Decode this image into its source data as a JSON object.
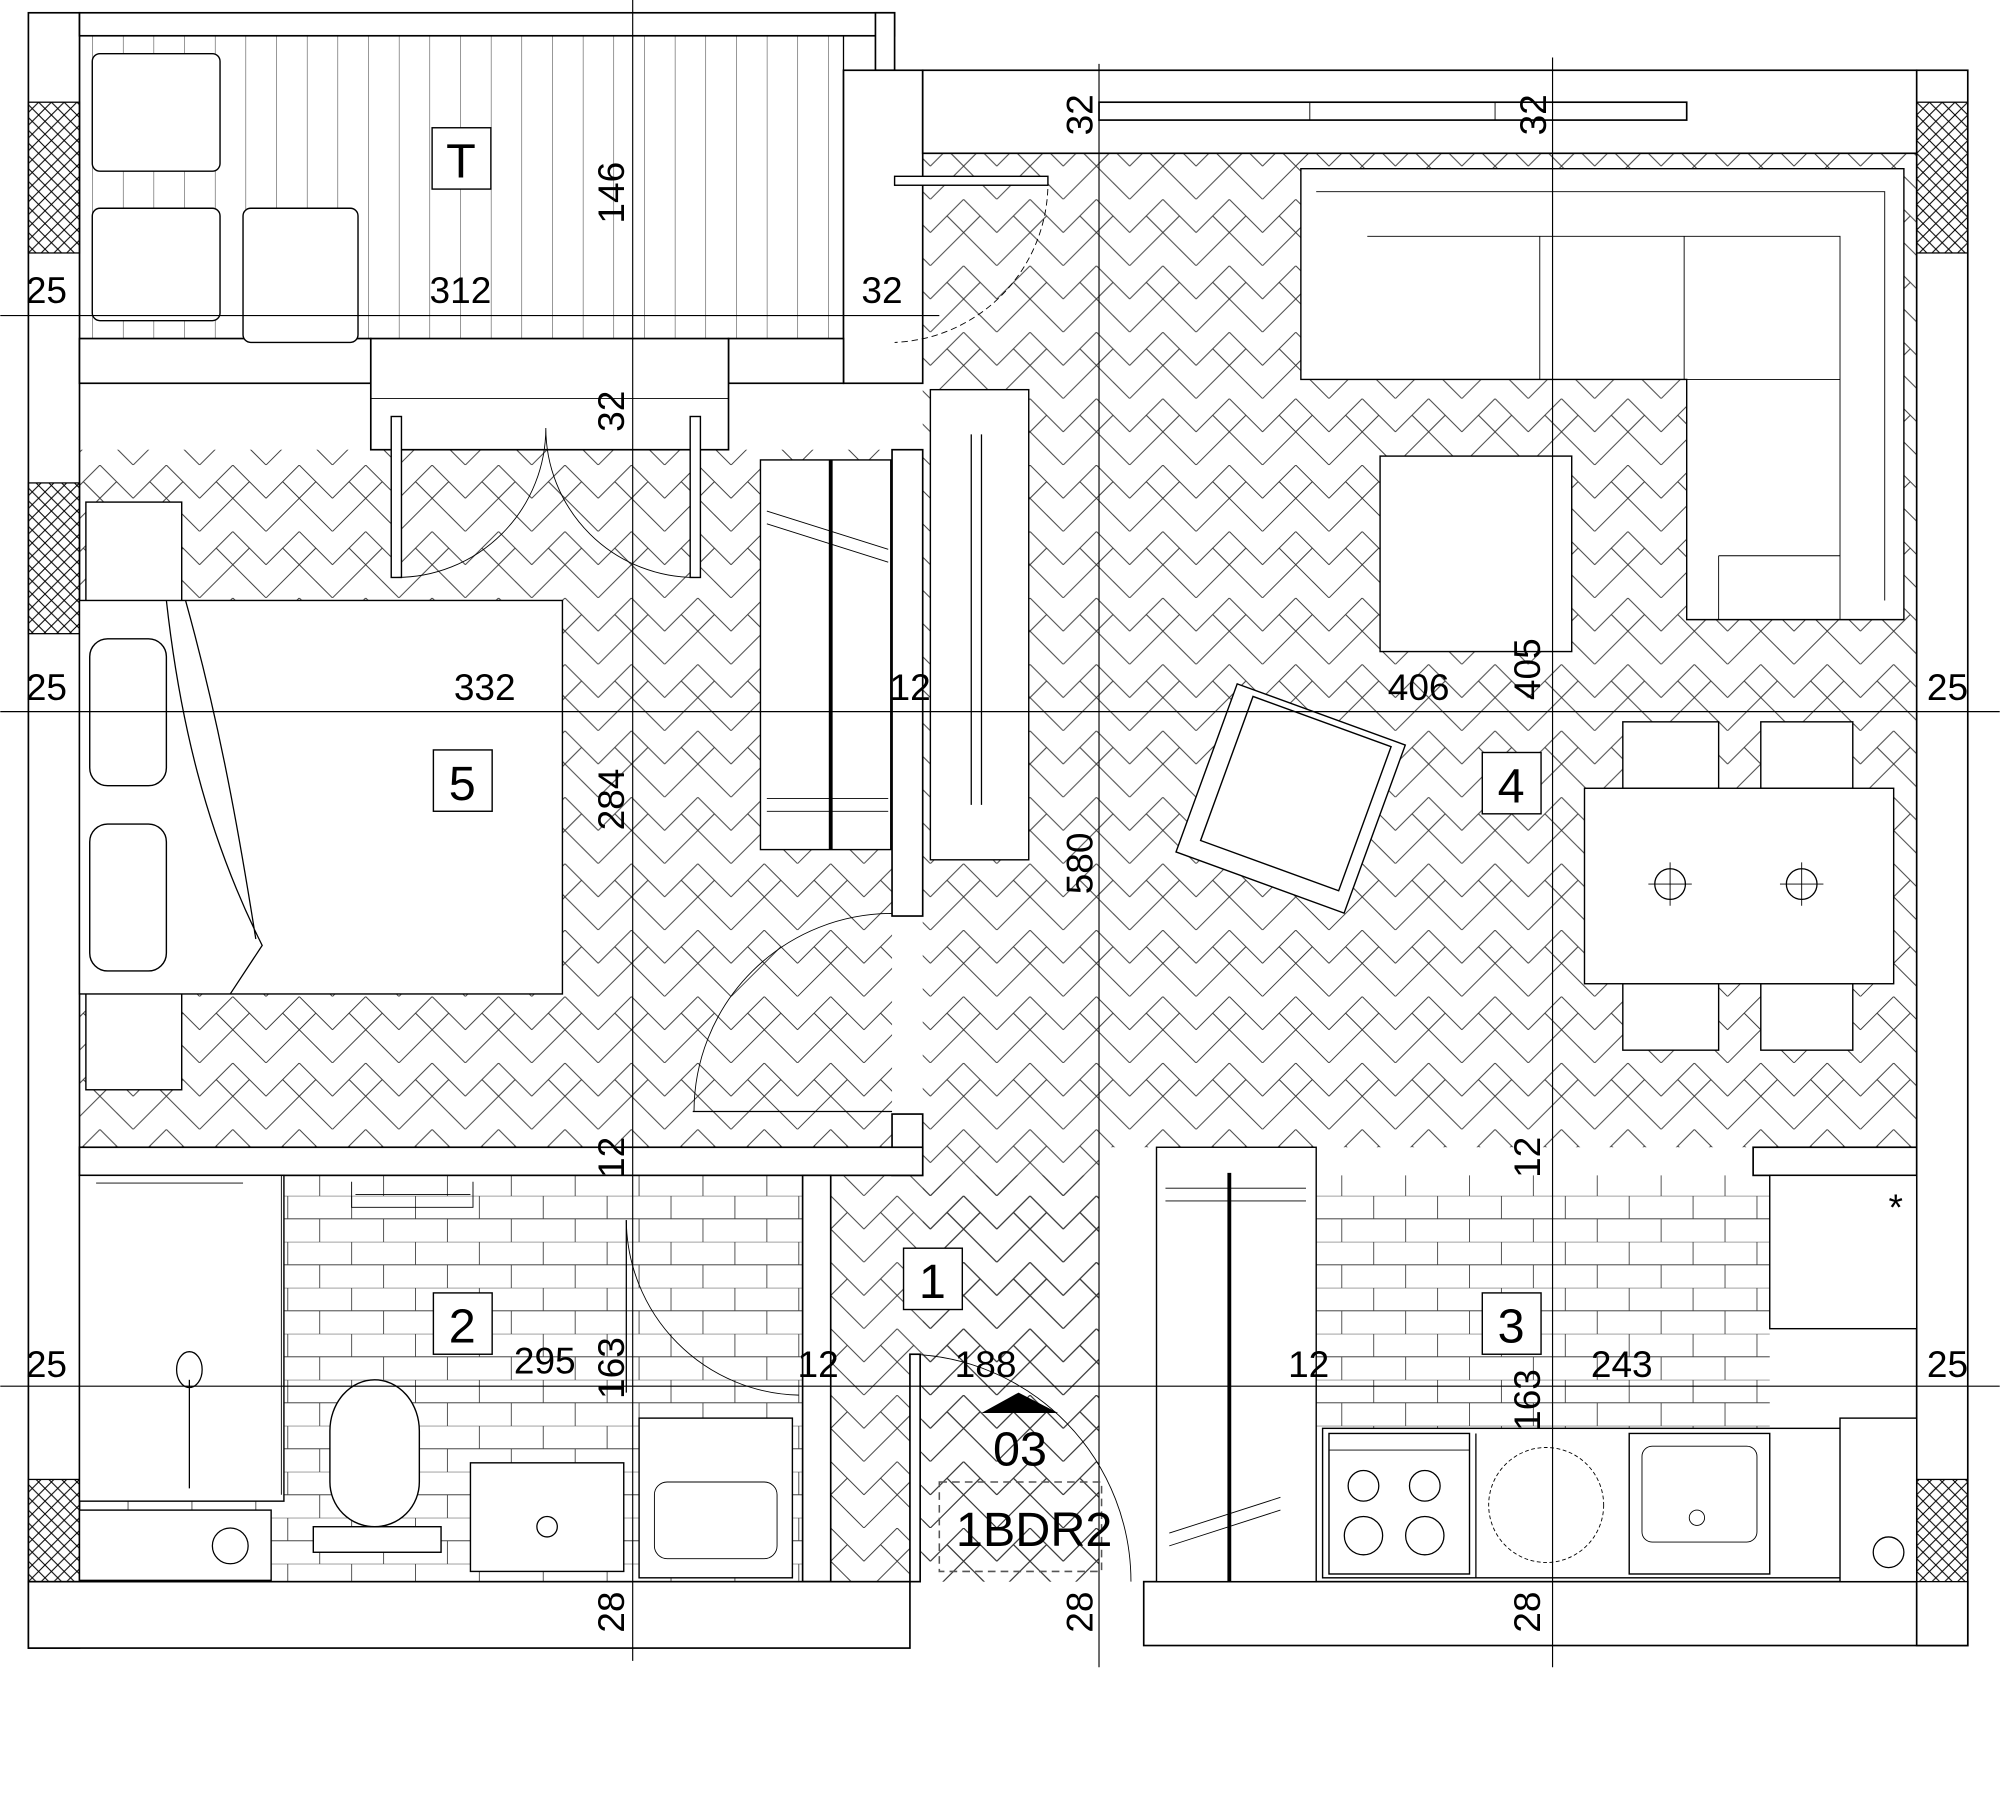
{
  "plan": {
    "unit_code": "1BDR2",
    "entrance_marker": "03"
  },
  "rooms": {
    "terrace": "T",
    "bedroom": "5",
    "hall": "1",
    "bathroom": "2",
    "kitchen": "3",
    "living": "4"
  },
  "dimensions": {
    "terrace_left_wall": "25",
    "terrace_width": "312",
    "terrace_right_wall": "32",
    "terrace_depth": "146",
    "top_wall_left": "32",
    "top_wall_right": "32",
    "terrace_door_wall": "32",
    "bedroom_left_wall": "25",
    "bedroom_width": "332",
    "bedroom_partition": "12",
    "bedroom_depth": "284",
    "living_width": "406",
    "living_depth": "405",
    "living_right_wall": "25",
    "hall_length": "580",
    "bedroom_bath_partition": "12",
    "living_kitchen_partition": "12",
    "bath_left_wall": "25",
    "bath_width": "295",
    "bath_depth": "163",
    "bath_partition": "12",
    "hall_width": "188",
    "kitchen_partition": "12",
    "kitchen_depth": "163",
    "kitchen_width": "243",
    "kitchen_right_wall": "25",
    "bottom_wall_left": "28",
    "bottom_wall_mid": "28",
    "bottom_wall_right": "28"
  }
}
